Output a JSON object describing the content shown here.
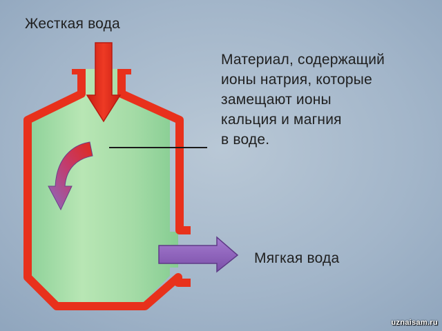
{
  "labels": {
    "hard_water": "Жесткая вода",
    "material_lines": [
      "Материал, содержащий",
      "ионы натрия, которые",
      "замещают ионы",
      "кальция и магния",
      "в воде."
    ],
    "soft_water": "Мягкая вода"
  },
  "watermark": "uznaisam.ru",
  "colors": {
    "vessel_wall": "#e8311c",
    "water_fill": "#a9dfa8",
    "inlet_arrow": "#e02a1c",
    "outlet_arrow": "#8a5fb5",
    "swirl_start": "#e02a1c",
    "swirl_end": "#8a6bc2",
    "leader_line": "#1a1a1a",
    "text": "#1f1f1f",
    "background": "#9fb3c7"
  },
  "icons": {
    "inlet": "arrow-down",
    "outlet": "arrow-right",
    "flow": "curved-arrow"
  }
}
